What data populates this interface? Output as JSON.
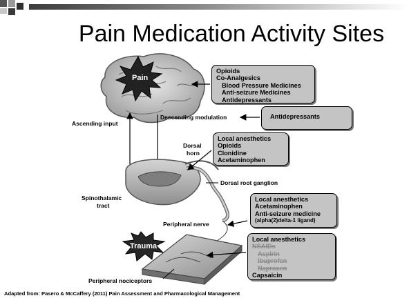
{
  "title": "Pain Medication Activity Sites",
  "brain_label": "Pain",
  "trauma_label": "Trauma",
  "labels": {
    "ascending": "Ascending input",
    "descending": "Descending modulation",
    "dorsal_horn_1": "Dorsal",
    "dorsal_horn_2": "horn",
    "drg": "Dorsal root ganglion",
    "spino_1": "Spinothalamic",
    "spino_2": "tract",
    "peripheral_nerve": "Peripheral nerve",
    "nociceptors": "Peripheral nociceptors"
  },
  "boxes": {
    "brain": {
      "lines": [
        "Opioids",
        "Co-Analgesics",
        "Blood Pressure Medicines",
        "Anti-seizure Medicines",
        "Antidepressants"
      ]
    },
    "descending": {
      "lines": [
        "Antidepressants"
      ]
    },
    "dorsal": {
      "lines": [
        "Local anesthetics",
        "Opioids",
        "Clonidine",
        "Acetaminophen"
      ]
    },
    "nerve": {
      "lines": [
        "Local anesthetics",
        "Acetaminophen",
        "Anti-seizure medicine"
      ],
      "note": "(alpha(2)delta-1 ligand)"
    },
    "periphery": {
      "lines": [
        "Local anesthetics",
        "NSAIDs",
        "Aspirin",
        "Ibuprofen",
        "Naproxen",
        "Capsaicin"
      ]
    }
  },
  "footer": "Adapted from: Pasero & McCaffery (2011) Pain Assessment and Pharmacological Management"
}
